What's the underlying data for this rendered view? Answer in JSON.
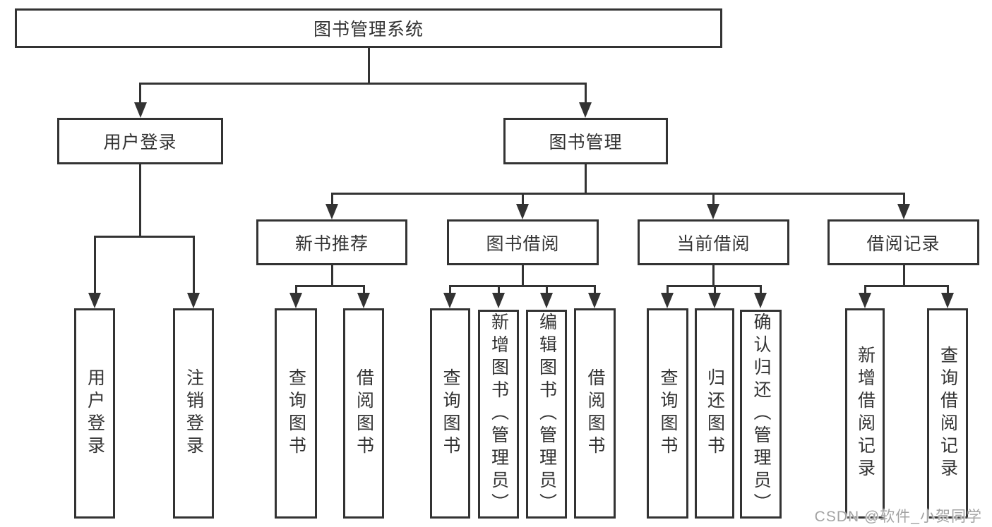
{
  "diagram": {
    "root": {
      "label": "图书管理系统"
    },
    "level2": {
      "user_login": {
        "label": "用户登录"
      },
      "book_management": {
        "label": "图书管理"
      }
    },
    "level3": {
      "new_book_recommend": {
        "label": "新书推荐"
      },
      "book_borrow": {
        "label": "图书借阅"
      },
      "current_borrow": {
        "label": "当前借阅"
      },
      "borrow_record": {
        "label": "借阅记录"
      }
    },
    "leaves": {
      "user_login_1": "用户登录",
      "user_login_2": "注销登录",
      "recommend_1": "查询图书",
      "recommend_2": "借阅图书",
      "borrow_1": "查询图书",
      "borrow_2": "新增图书（管理员）",
      "borrow_3": "编辑图书（管理员）",
      "borrow_4": "借阅图书",
      "current_1": "查询图书",
      "current_2": "归还图书",
      "current_3": "确认归还（管理员）",
      "record_1": "新增借阅记录",
      "record_2": "查询借阅记录"
    },
    "line_color": "#333333"
  },
  "watermark": {
    "text": "CSDN @软件_小贺同学",
    "color": "#a3a3a3"
  }
}
